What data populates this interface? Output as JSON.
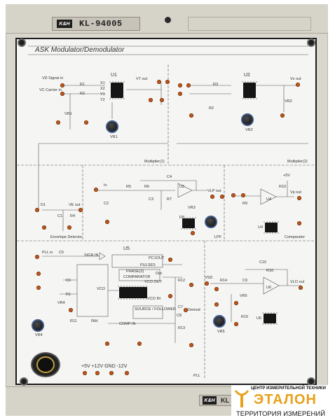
{
  "header": {
    "logo_mark": "K&H",
    "model": "KL-94005"
  },
  "panel": {
    "title": "ASK Modulator/Demodulator"
  },
  "labels": {
    "vd_signal": "VD Signal in",
    "vc_carrier": "VC Carrier in",
    "u1": "U1",
    "u2": "U2",
    "u3": "U3",
    "u4": "U4",
    "u5": "U5",
    "u6": "U6",
    "vt_out": "VT out",
    "vx_out": "Vx out",
    "vr1": "VR1",
    "vr2": "VR2",
    "vr3": "VR3",
    "vr4": "VR4",
    "vr5": "VR5",
    "multiplier1": "Multiplier(1)",
    "multiplier2": "Multiplier(2)",
    "ve_out": "VE out",
    "envelope_detector": "Envelope Detector",
    "vlp_out": "VLP out",
    "lpf": "LPF",
    "vp_out": "Vp out",
    "comparator": "Comparator",
    "plus5v": "+5V",
    "pll_in": "PLL in",
    "sign_in": "SIGN IN",
    "pc1_out": "PC1OUT",
    "pulses": "PULSES",
    "phase2": "PHASE(2)",
    "comparator2": "COMPARATOR",
    "vco": "VCO",
    "vco_out": "VCO OUT",
    "vco_in": "VCO IN",
    "source_follower": "SOURCE / FOLLOWER",
    "comp_in": "COMP IN",
    "inh": "INH",
    "demod": "Demod",
    "vsd": "VSD",
    "vlo_out": "VLO out",
    "pll": "PLL",
    "r1": "R1",
    "r2": "R2",
    "r3": "R3",
    "r4": "R4",
    "r5": "R5",
    "r6": "R6",
    "r7": "R7",
    "r8": "R8",
    "r9": "R9",
    "r10": "R10",
    "r11": "R11",
    "r12": "R12",
    "r13": "R13",
    "r14": "R14",
    "r15": "R15",
    "r16": "R16",
    "c1": "C1",
    "c2": "C2",
    "c3": "C3",
    "c4": "C4",
    "c5": "C5",
    "c6": "C6",
    "c7": "C7",
    "c8": "C8",
    "c9": "C9",
    "c10": "C10",
    "d1": "D1",
    "in": "In",
    "out": "Out",
    "x1": "X1",
    "x2": "X2",
    "y1": "Y1",
    "y2": "Y2"
  },
  "power": {
    "label": "+5V  +12V  GND  -12V"
  },
  "bottom": {
    "model_short": "KL"
  },
  "watermark": {
    "top": "ЦЕНТР ИЗМЕРИТЕЛЬНОЙ ТЕХНИКИ",
    "brand": "ЭТАЛОН",
    "tagline": "ТЕРРИТОРИЯ ИЗМЕРЕНИЙ"
  },
  "colors": {
    "jack": "#c2571c",
    "panel": "#f5f5f3",
    "frame": "#d9d6cd",
    "brand": "#e8a11c"
  }
}
